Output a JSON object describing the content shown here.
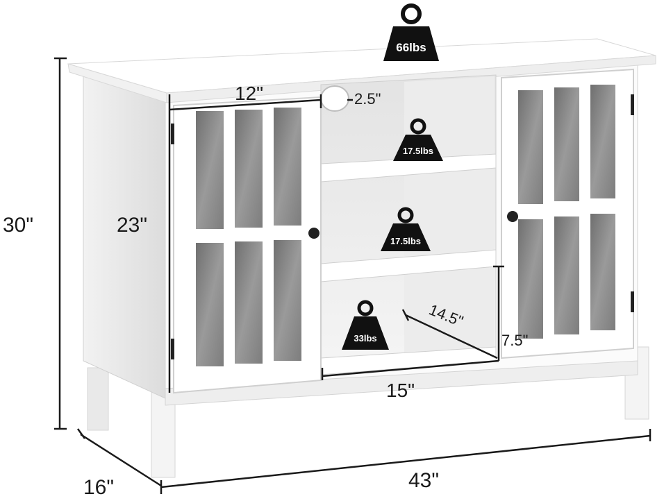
{
  "dimensions": {
    "height_total": "30\"",
    "door_height": "23\"",
    "door_width": "12\"",
    "cable_hole": "2.5\"",
    "shelf_depth": "14.5\"",
    "shelf_height": "7.5\"",
    "shelf_width": "15\"",
    "depth": "16\"",
    "width": "43\""
  },
  "weights": {
    "top": "66lbs",
    "shelf_upper": "17.5lbs",
    "shelf_middle": "17.5lbs",
    "shelf_bottom": "33lbs"
  },
  "colors": {
    "cabinet": "#ffffff",
    "shadow": "#e6e6e6",
    "glass": "#8a8a8a",
    "weight_icon": "#111111",
    "dim_line": "#1a1a1a"
  }
}
